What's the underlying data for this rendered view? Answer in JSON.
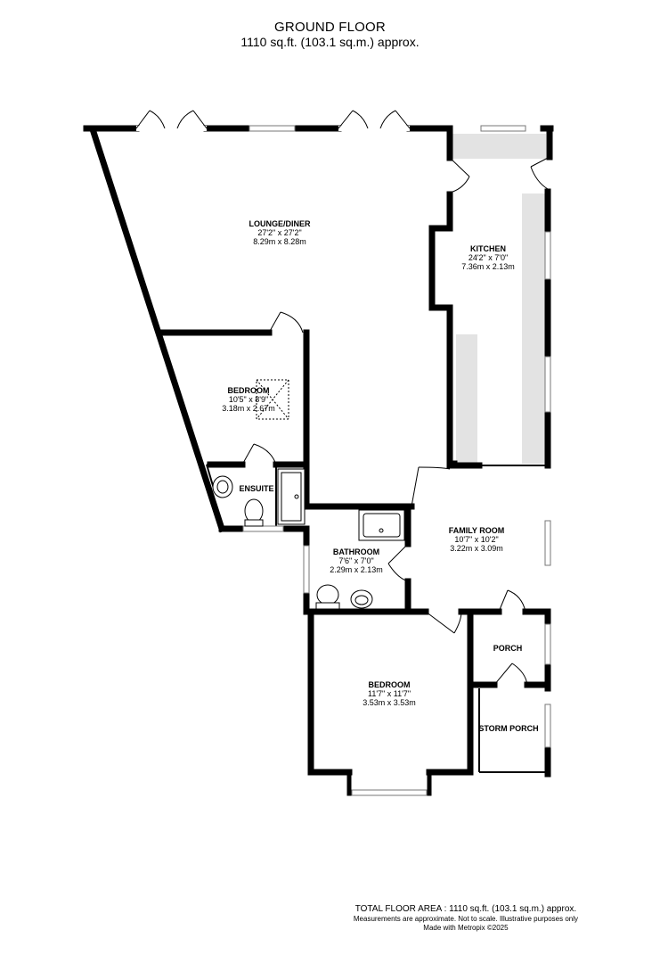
{
  "header": {
    "title": "GROUND FLOOR",
    "area": "1110 sq.ft. (103.1 sq.m.) approx."
  },
  "rooms": {
    "lounge": {
      "name": "LOUNGE/DINER",
      "imperial": "27'2\"  x 27'2\"",
      "metric": "8.29m  x 8.28m"
    },
    "kitchen": {
      "name": "KITCHEN",
      "imperial": "24'2\"  x 7'0\"",
      "metric": "7.36m  x 2.13m"
    },
    "bedroom1": {
      "name": "BEDROOM",
      "imperial": "10'5\"  x 8'9\"",
      "metric": "3.18m  x 2.67m"
    },
    "ensuite": {
      "name": "ENSUITE"
    },
    "family": {
      "name": "FAMILY ROOM",
      "imperial": "10'7\"  x 10'2\"",
      "metric": "3.22m  x 3.09m"
    },
    "bathroom": {
      "name": "BATHROOM",
      "imperial": "7'6\"  x 7'0\"",
      "metric": "2.29m  x 2.13m"
    },
    "porch": {
      "name": "PORCH"
    },
    "bedroom2": {
      "name": "BEDROOM",
      "imperial": "11'7\"  x 11'7\"",
      "metric": "3.53m  x 3.53m"
    },
    "storm": {
      "name": "STORM PORCH"
    }
  },
  "footer": {
    "total": "TOTAL FLOOR AREA : 1110 sq.ft. (103.1 sq.m.) approx.",
    "disclaimer": "Measurements are approximate.  Not to scale.  Illustrative purposes only",
    "credit": "Made with Metropix ©2025"
  },
  "colors": {
    "wall": "#000000",
    "fitting": "#e3e3e3",
    "glazing": "#777777"
  }
}
